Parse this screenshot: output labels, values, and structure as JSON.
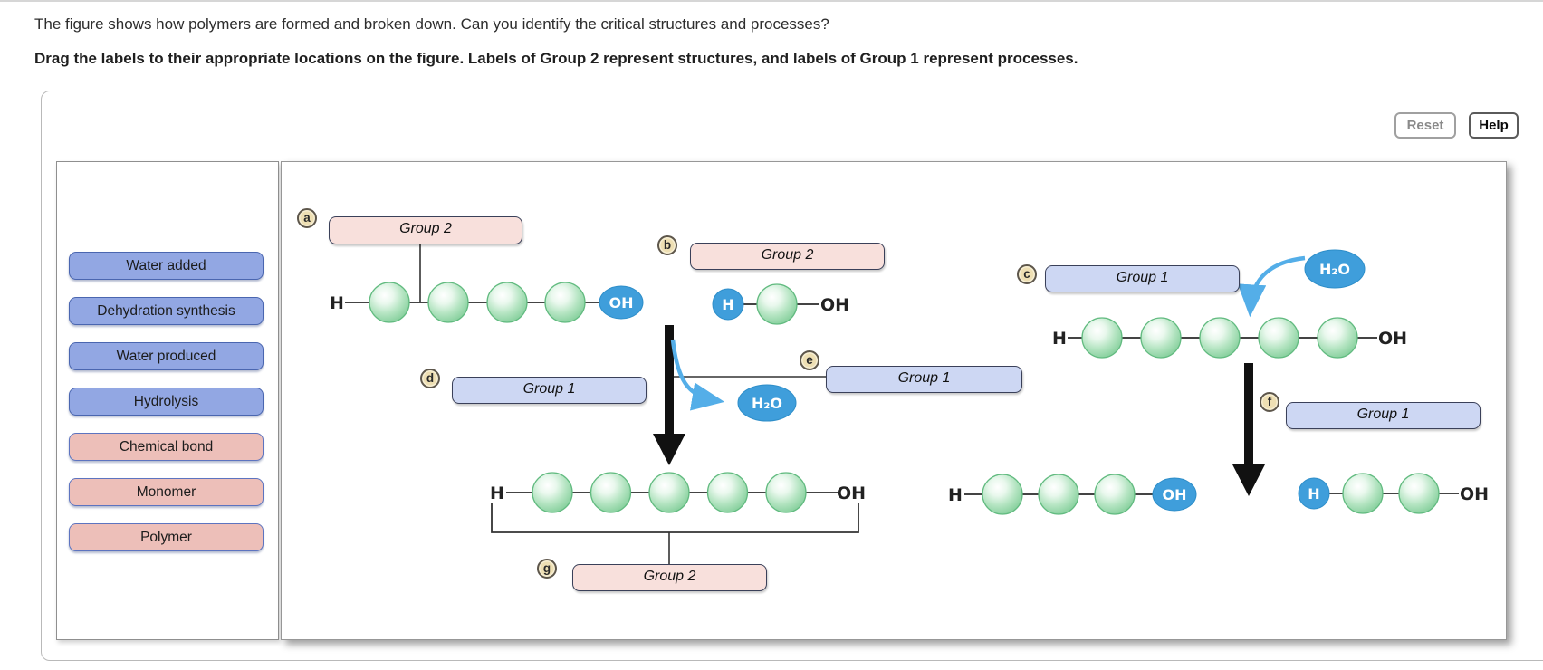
{
  "header": {
    "question": "The figure shows how polymers are formed and broken down. Can you identify the critical structures and processes?",
    "instruction": "Drag the labels to their appropriate locations on the figure. Labels of Group 2 represent structures, and labels of Group 1 represent processes."
  },
  "toolbar": {
    "reset_label": "Reset",
    "help_label": "Help"
  },
  "label_bank": {
    "items": [
      {
        "label": "Water added",
        "group": "processes",
        "color": "blue"
      },
      {
        "label": "Dehydration synthesis",
        "group": "processes",
        "color": "blue"
      },
      {
        "label": "Water produced",
        "group": "processes",
        "color": "blue"
      },
      {
        "label": "Hydrolysis",
        "group": "processes",
        "color": "blue"
      },
      {
        "label": "Chemical bond",
        "group": "structures",
        "color": "pink"
      },
      {
        "label": "Monomer",
        "group": "structures",
        "color": "pink"
      },
      {
        "label": "Polymer",
        "group": "structures",
        "color": "pink"
      }
    ]
  },
  "figure": {
    "drop_targets": [
      {
        "letter": "a",
        "label": "Group 2",
        "kind": "structure"
      },
      {
        "letter": "b",
        "label": "Group 2",
        "kind": "structure"
      },
      {
        "letter": "c",
        "label": "Group 1",
        "kind": "process"
      },
      {
        "letter": "d",
        "label": "Group 1",
        "kind": "process"
      },
      {
        "letter": "e",
        "label": "Group 1",
        "kind": "process"
      },
      {
        "letter": "f",
        "label": "Group 1",
        "kind": "process"
      },
      {
        "letter": "g",
        "label": "Group 2",
        "kind": "structure"
      }
    ],
    "molecules": {
      "h": "H",
      "oh": "OH",
      "water": "H₂O"
    },
    "chains": [
      {
        "id": "top-left",
        "monomers": 4,
        "left_end": "H text",
        "right_end": "OH blue ellipse"
      },
      {
        "id": "single-monomer",
        "monomers": 1,
        "left_end": "H blue circle",
        "right_end": "OH text"
      },
      {
        "id": "top-right",
        "monomers": 5,
        "left_end": "H text",
        "right_end": "OH text"
      },
      {
        "id": "bottom-middle",
        "monomers": 5,
        "left_end": "H text",
        "right_end": "OH text"
      },
      {
        "id": "bottom-left",
        "monomers": 3,
        "left_end": "H text",
        "right_end": "OH blue ellipse"
      },
      {
        "id": "bottom-right",
        "monomers": 2,
        "left_end": "H blue circle",
        "right_end": "OH text"
      }
    ]
  },
  "colors": {
    "chip_blue": "#92a7e3",
    "chip_pink": "#edbfb9",
    "target_blue": "#cdd7f3",
    "target_pink": "#f8e0dc",
    "molecule_blue": "#3f9edb",
    "monomer_green": "#8fd4a4",
    "arrow_black": "#111111",
    "arrow_blue": "#54aee8",
    "badge_tan": "#eedfb3"
  }
}
